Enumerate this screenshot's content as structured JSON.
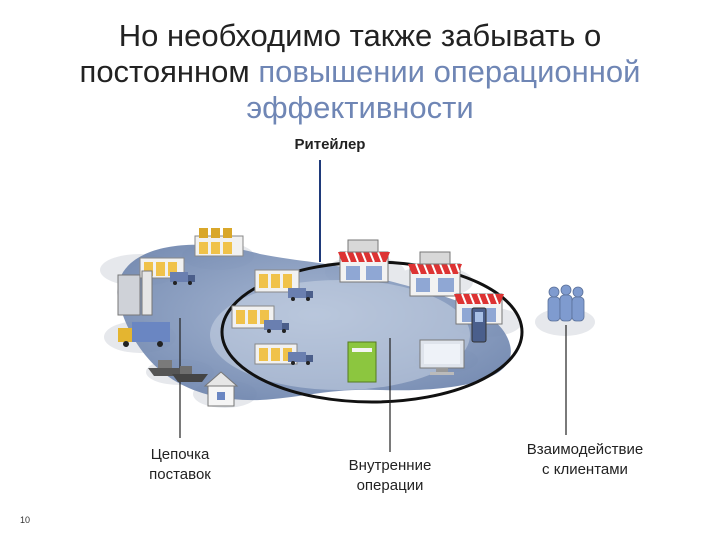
{
  "title": {
    "line1": "Но необходимо также забывать о",
    "line2_plain": "постоянном ",
    "line2_accent": "повышении операционной",
    "line3_accent": "эффективности"
  },
  "labels": {
    "retailer": "Ритейлер",
    "supply_chain_line1": "Цепочка",
    "supply_chain_line2": "поставок",
    "internal_ops_line1": "Внутренние",
    "internal_ops_line2": "операции",
    "customers_line1": "Взаимодействие",
    "customers_line2": "с клиентами"
  },
  "slide_number": "10",
  "colors": {
    "title_text": "#222222",
    "title_accent": "#6f86b5",
    "ring": "#7e94b8",
    "ring_dark": "#5a7099",
    "ellipse_outline": "#111111"
  }
}
